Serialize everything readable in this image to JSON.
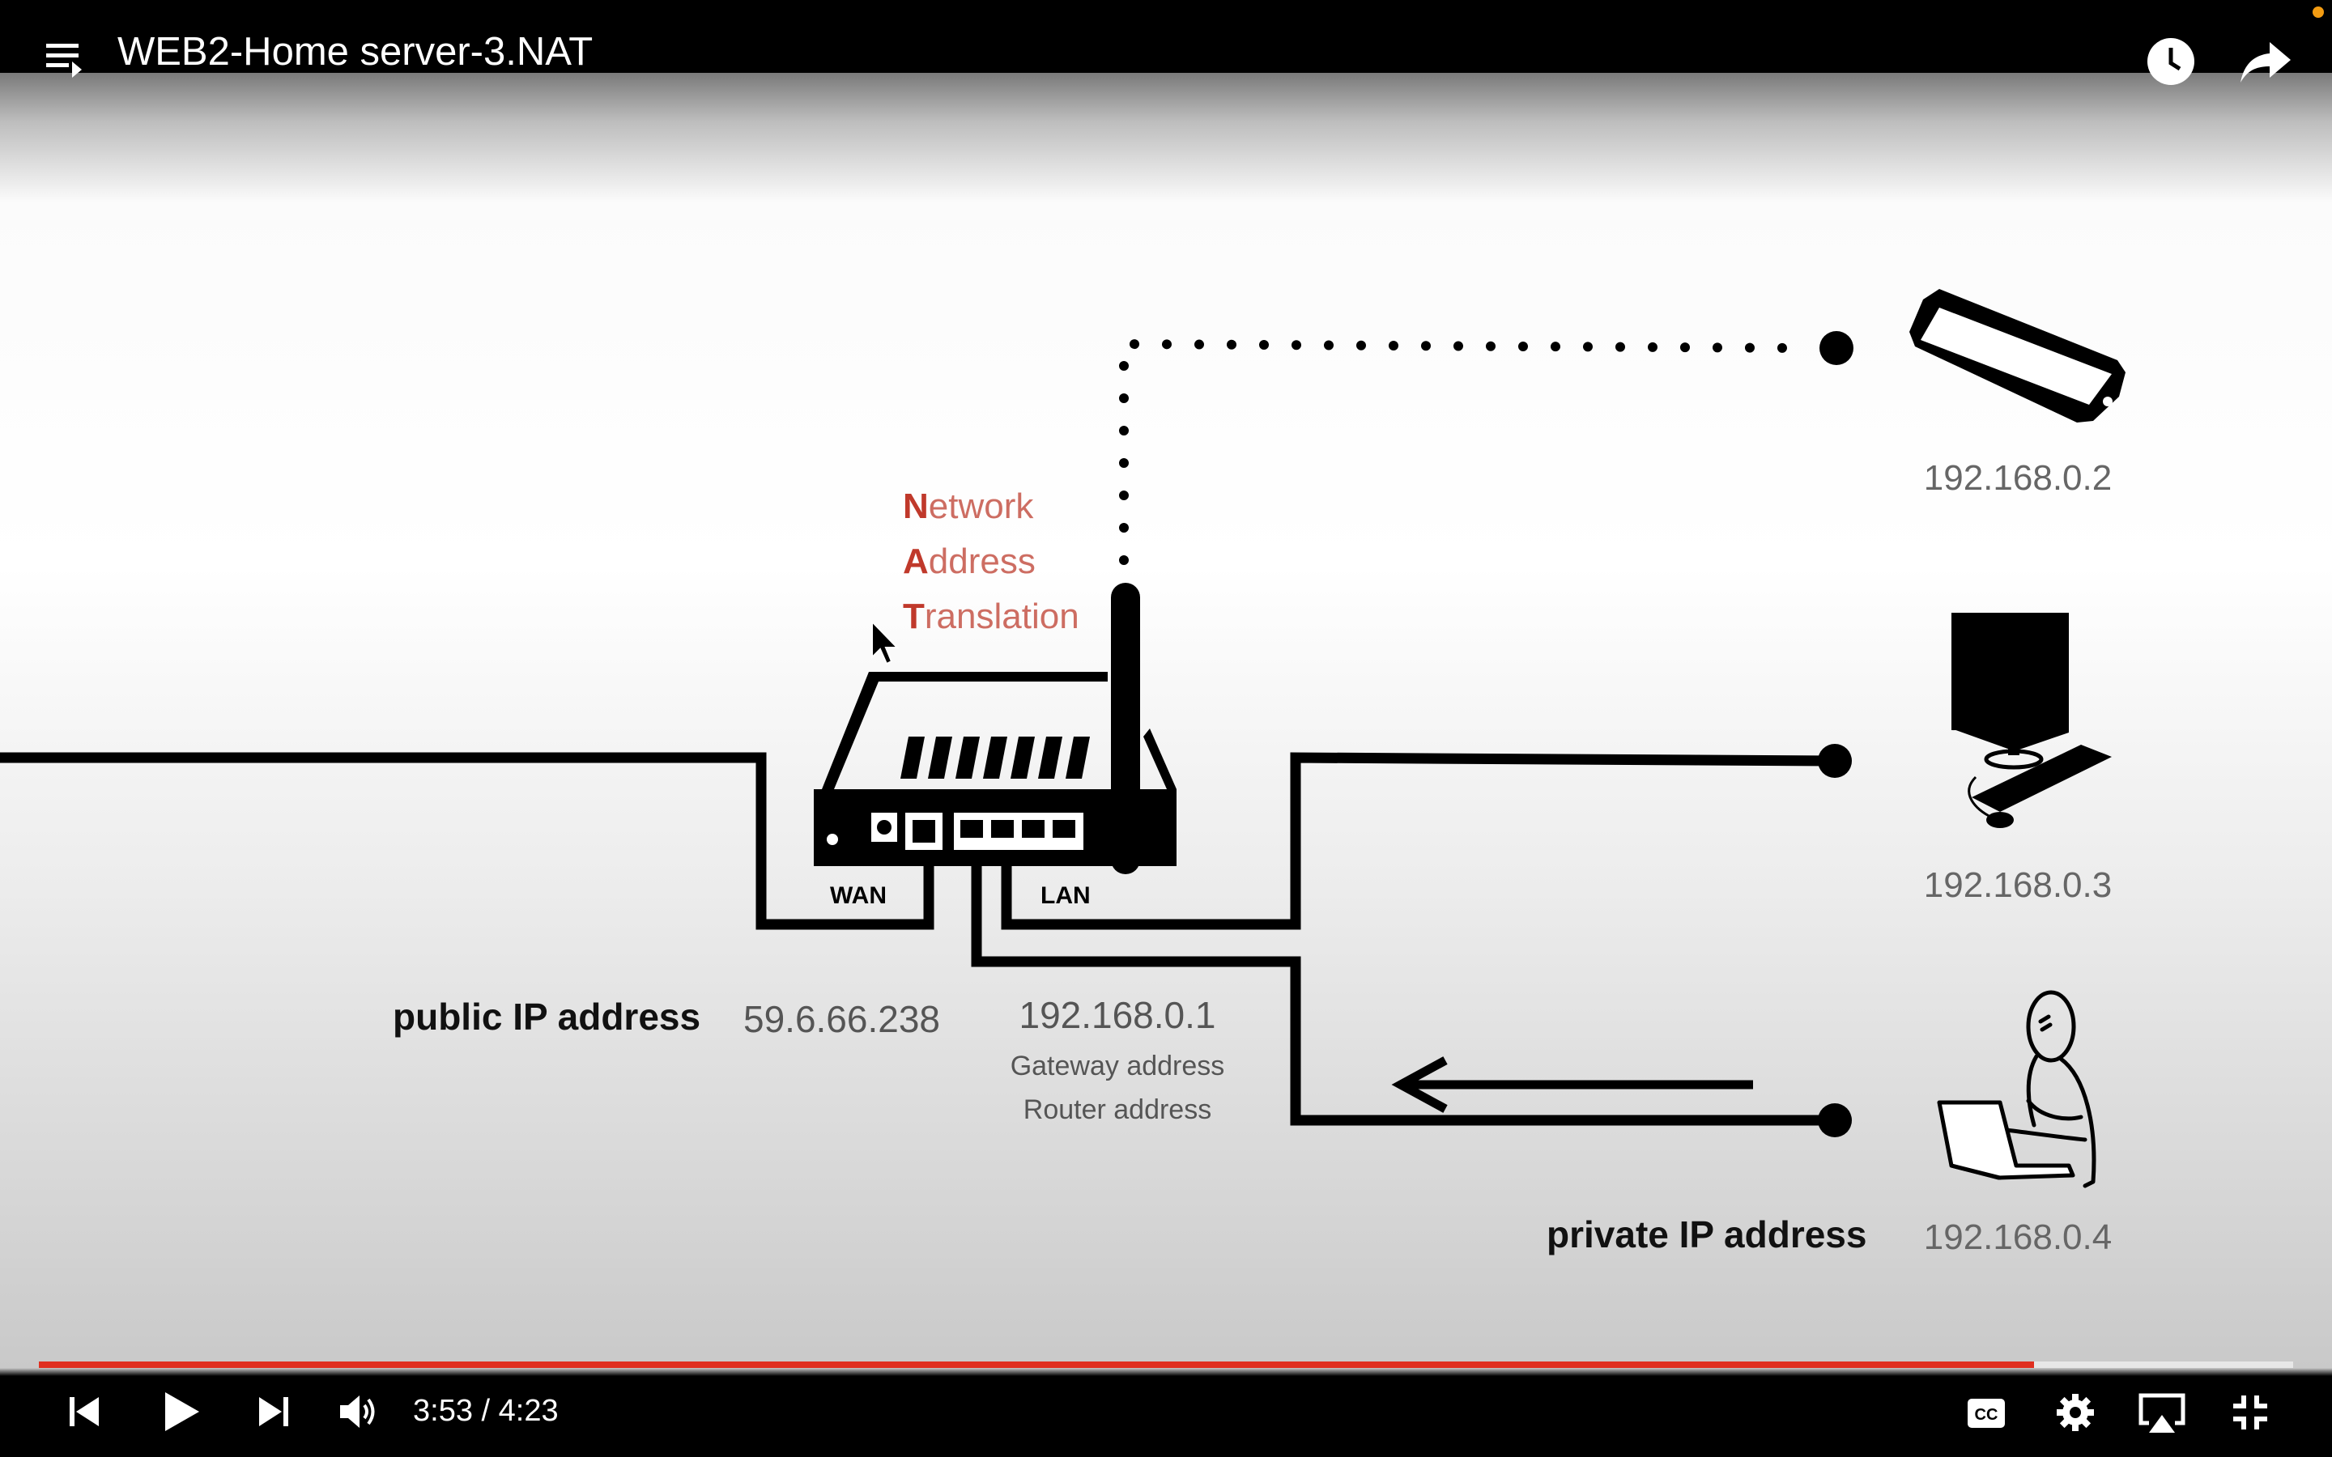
{
  "player": {
    "title": "WEB2-Home server-3.NAT",
    "time_current": "3:53",
    "time_separator": "/",
    "time_total": "4:23",
    "time_display": "3:53 / 4:23",
    "progress": 0.885,
    "accent_color": "#e02f20",
    "icons": {
      "playlist": "playlist-icon",
      "watch_later": "clock-icon",
      "share": "share-icon",
      "previous": "skip-previous-icon",
      "play": "play-icon",
      "next": "skip-next-icon",
      "volume": "volume-icon",
      "captions": "cc-icon",
      "settings": "gear-icon",
      "airplay": "airplay-icon",
      "exit_fullscreen": "exit-fullscreen-icon"
    },
    "captions_label": "CC"
  },
  "diagram": {
    "nat": {
      "line1_initial": "N",
      "line1_rest": "etwork",
      "line2_initial": "A",
      "line2_rest": "ddress",
      "line3_initial": "T",
      "line3_rest": "ranslation",
      "initial_color": "#c0392b",
      "rest_color": "#cd6d62"
    },
    "router": {
      "wan_label": "WAN",
      "lan_label": "LAN"
    },
    "public_ip_label": "public IP address",
    "public_ip": "59.6.66.238",
    "gateway_ip": "192.168.0.1",
    "gateway_label": "Gateway address",
    "router_label": "Router address",
    "private_ip_label": "private IP address",
    "devices": [
      {
        "name": "phone",
        "ip": "192.168.0.2"
      },
      {
        "name": "desktop",
        "ip": "192.168.0.3"
      },
      {
        "name": "laptop-user",
        "ip": "192.168.0.4"
      }
    ]
  }
}
